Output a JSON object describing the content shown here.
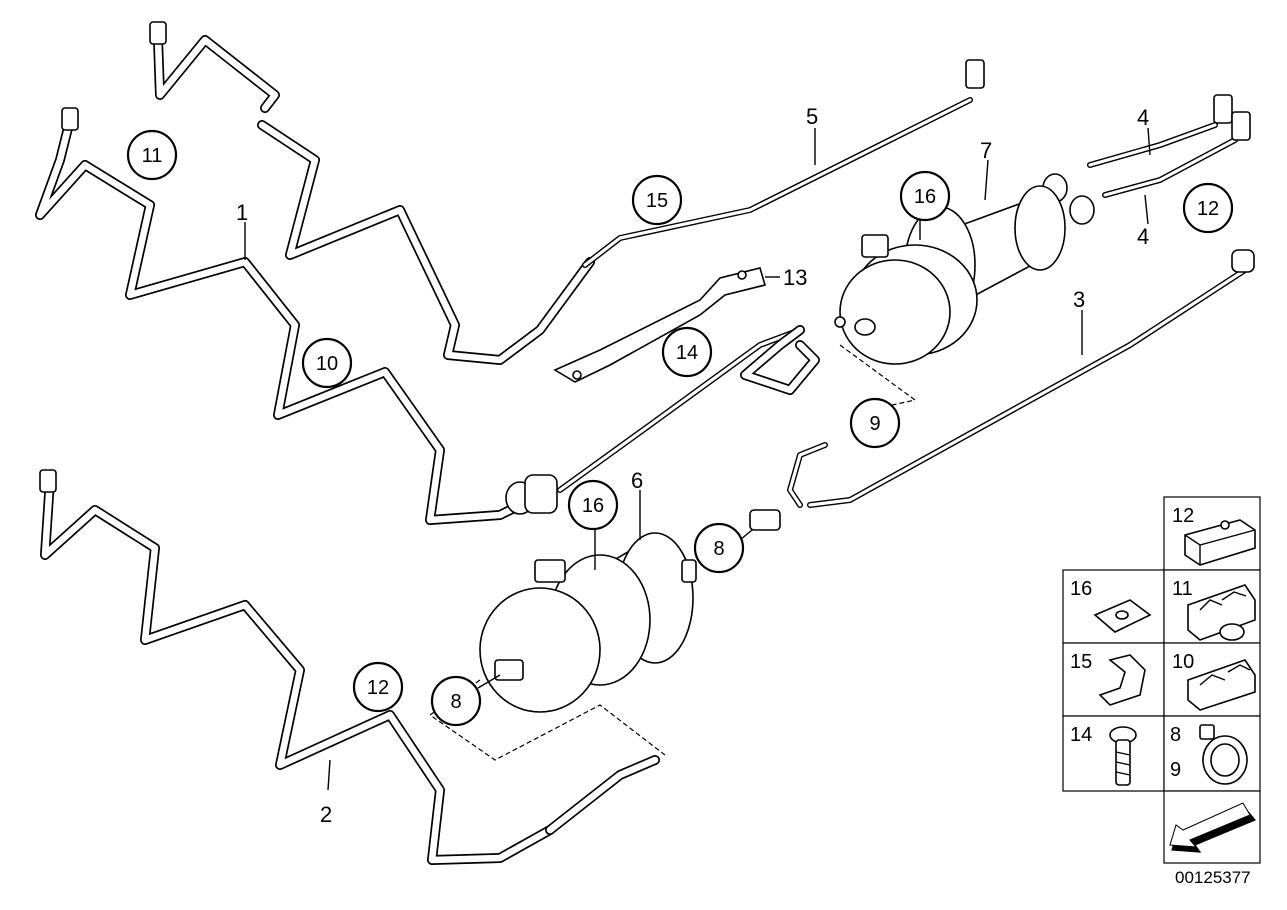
{
  "callouts": {
    "c1": "1",
    "c2": "2",
    "c3": "3",
    "c4a": "4",
    "c4b": "4",
    "c5": "5",
    "c6": "6",
    "c7": "7",
    "c13": "13"
  },
  "circles": {
    "c11": "11",
    "c15": "15",
    "c16a": "16",
    "c12a": "12",
    "c10": "10",
    "c14": "14",
    "c9": "9",
    "c16b": "16",
    "c8a": "8",
    "c8b": "8",
    "c12b": "12"
  },
  "table": {
    "t12": "12",
    "t16": "16",
    "t11": "11",
    "t15": "15",
    "t10": "10",
    "t14": "14",
    "t8": "8",
    "t9": "9"
  },
  "drawing_number": "00125377"
}
